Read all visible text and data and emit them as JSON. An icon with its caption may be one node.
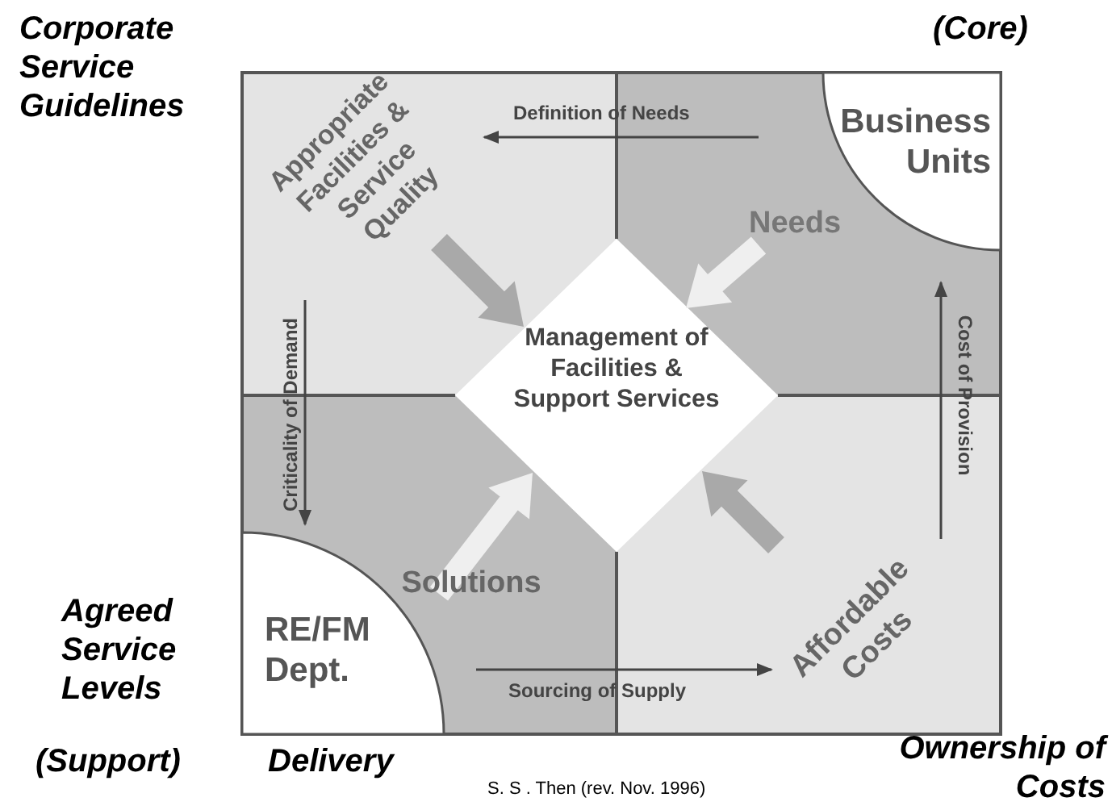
{
  "diagram": {
    "nodes": [
      {
        "text": [
          "Business Units"
        ]
      },
      {
        "text": [
          "Management of Facilities & Support Services"
        ]
      },
      {
        "text": [
          "RE/FM Dept."
        ]
      },
      {
        "text": [
          "Appropriate Facilities & Service Quality"
        ]
      },
      {
        "text": [
          "Needs"
        ]
      },
      {
        "text": [
          "Solutions"
        ]
      },
      {
        "text": [
          "Affordable Costs"
        ]
      }
    ],
    "edges": [
      {
        "from": 3,
        "to": 1,
        "arrow": "to",
        "color": "#a9a9a9"
      },
      {
        "from": 4,
        "to": 1,
        "arrow": "to",
        "color": "#efefef"
      },
      {
        "from": 5,
        "to": 1,
        "arrow": "to",
        "color": "#efefef"
      },
      {
        "from": 6,
        "to": 1,
        "arrow": "to",
        "color": "#a9a9a9"
      }
    ],
    "labels": [
      "Corporate Service Guidelines",
      "(Core)",
      "Definition of Needs",
      "Criticality of Demand",
      "Cost of Provision",
      "Agreed Service Levels",
      "Sourcing of Supply",
      "(Support)",
      "Delivery",
      "Ownership of Costs",
      "S. S . Then (rev. Nov. 1996)"
    ]
  }
}
